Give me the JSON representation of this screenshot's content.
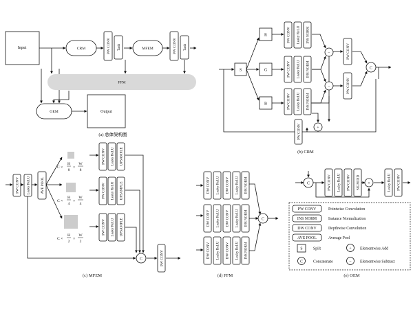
{
  "overall": {
    "input": "Input",
    "crm": "CRM",
    "pw_conv": "PW CONV",
    "tanh": "Tanh",
    "mfem": "MFEM",
    "ffm": "FFM",
    "oem": "OEM",
    "output": "Output",
    "caption": "(a) 总体架构图"
  },
  "crm": {
    "s": "S",
    "r": "R",
    "g": "G",
    "b": "B",
    "pw_conv": "PW CONV",
    "leaky_relu": "Leaky ReLU",
    "ins_norm": "INS NORM",
    "minus": "−",
    "plus": "+",
    "concat": "C",
    "caption": "(b) CRM"
  },
  "mfem": {
    "pw_conv": "PW CONV",
    "leaky_relu": "Leaky ReLU",
    "ave_pool": "AVE POOL",
    "upsample": "UPSAMPLE",
    "size1_c": "C ×",
    "size1_h": "H",
    "size1_hd": "8",
    "size1_x": "×",
    "size1_w": "W",
    "size1_wd": "8",
    "size2_c": "C ×",
    "size2_h": "H",
    "size2_hd": "4",
    "size2_x": "×",
    "size2_w": "W",
    "size2_wd": "4",
    "size3_c": "C ×",
    "size3_h": "H",
    "size3_hd": "2",
    "size3_x": "×",
    "size3_w": "W",
    "size3_wd": "2",
    "concat": "C",
    "caption": "(c) MFEM"
  },
  "ffm": {
    "dw_conv": "DW CONV",
    "leaky_relu": "Leaky ReLU",
    "ins_norm": "INS NORM",
    "concat": "C",
    "caption": "(d) FFM"
  },
  "oem": {
    "concat": "C",
    "pw_conv": "PW CONV",
    "leaky_relu": "Leaky ReLU",
    "sigmoid": "SIGMOID",
    "times": "×",
    "caption": "(e) OEM"
  },
  "legend": {
    "pw_key": "PW CONV",
    "pw_desc": "Pointwise Convolution",
    "ins_key": "INS NORM",
    "ins_desc": "Instance Normalization",
    "dw_key": "DW CONV",
    "dw_desc": "Depthwise Convolution",
    "ave_key": "AVE POOL",
    "ave_desc": "Average Pool",
    "s_key": "S",
    "s_desc": "Spilt",
    "add_key": "+",
    "add_desc": "Elementwise Add",
    "c_key": "C",
    "c_desc": "Concatenate",
    "sub_key": "−",
    "sub_desc": "Elementwise Subtract"
  }
}
